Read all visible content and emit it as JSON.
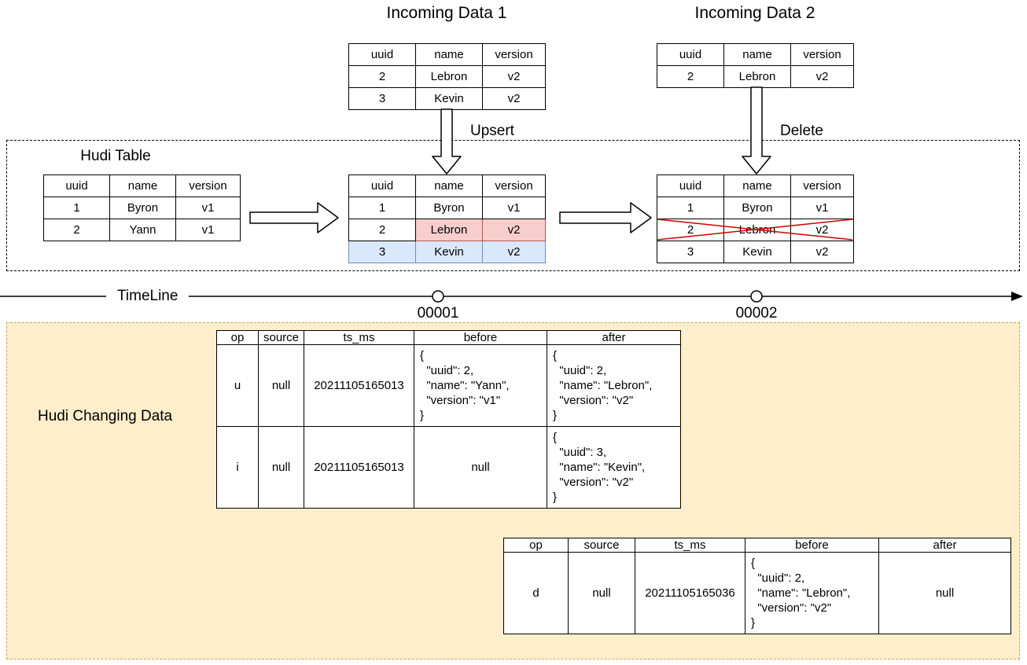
{
  "titles": {
    "incoming1": "Incoming Data 1",
    "incoming2": "Incoming Data 2",
    "hudi_table": "Hudi Table",
    "changing_data": "Hudi Changing Data"
  },
  "arrow_labels": {
    "upsert": "Upsert",
    "delete": "Delete"
  },
  "timeline": {
    "label": "TimeLine",
    "markers": [
      "00001",
      "00002"
    ]
  },
  "tables": {
    "incoming1": {
      "headers": [
        "uuid",
        "name",
        "version"
      ],
      "rows": [
        [
          "2",
          "Lebron",
          "v2"
        ],
        [
          "3",
          "Kevin",
          "v2"
        ]
      ]
    },
    "incoming2": {
      "headers": [
        "uuid",
        "name",
        "version"
      ],
      "rows": [
        [
          "2",
          "Lebron",
          "v2"
        ]
      ]
    },
    "hudi_before": {
      "headers": [
        "uuid",
        "name",
        "version"
      ],
      "rows": [
        [
          "1",
          "Byron",
          "v1"
        ],
        [
          "2",
          "Yann",
          "v1"
        ]
      ]
    },
    "hudi_after_upsert": {
      "headers": [
        "uuid",
        "name",
        "version"
      ],
      "rows": [
        [
          "1",
          "Byron",
          "v1"
        ],
        [
          "2",
          "Lebron",
          "v2"
        ],
        [
          "3",
          "Kevin",
          "v2"
        ]
      ]
    },
    "hudi_after_delete": {
      "headers": [
        "uuid",
        "name",
        "version"
      ],
      "rows": [
        [
          "1",
          "Byron",
          "v1"
        ],
        [
          "2",
          "Lebron",
          "v2"
        ],
        [
          "3",
          "Kevin",
          "v2"
        ]
      ]
    },
    "cdc1": {
      "headers": [
        "op",
        "source",
        "ts_ms",
        "before",
        "after"
      ],
      "rows": [
        {
          "op": "u",
          "source": "null",
          "ts_ms": "20211105165013",
          "before": "{\n  \"uuid\": 2,\n  \"name\": \"Yann\",\n  \"version\": \"v1\"\n}",
          "after": "{\n  \"uuid\": 2,\n  \"name\": \"Lebron\",\n  \"version\": \"v2\"\n}"
        },
        {
          "op": "i",
          "source": "null",
          "ts_ms": "20211105165013",
          "before": "null",
          "after": "{\n  \"uuid\": 3,\n  \"name\": \"Kevin\",\n  \"version\": \"v2\"\n}"
        }
      ]
    },
    "cdc2": {
      "headers": [
        "op",
        "source",
        "ts_ms",
        "before",
        "after"
      ],
      "rows": [
        {
          "op": "d",
          "source": "null",
          "ts_ms": "20211105165036",
          "before": "{\n  \"uuid\": 2,\n  \"name\": \"Lebron\",\n  \"version\": \"v2\"\n}",
          "after": "null"
        }
      ]
    }
  },
  "colors": {
    "update_row_fill": "#f8cecc",
    "update_row_border": "#b85450",
    "insert_row_fill": "#dae8fc",
    "insert_row_border": "#6c8ebf",
    "changing_data_bg": "#ffeecb",
    "changing_data_border": "#d6a35c",
    "delete_cross": "#cc0000"
  }
}
